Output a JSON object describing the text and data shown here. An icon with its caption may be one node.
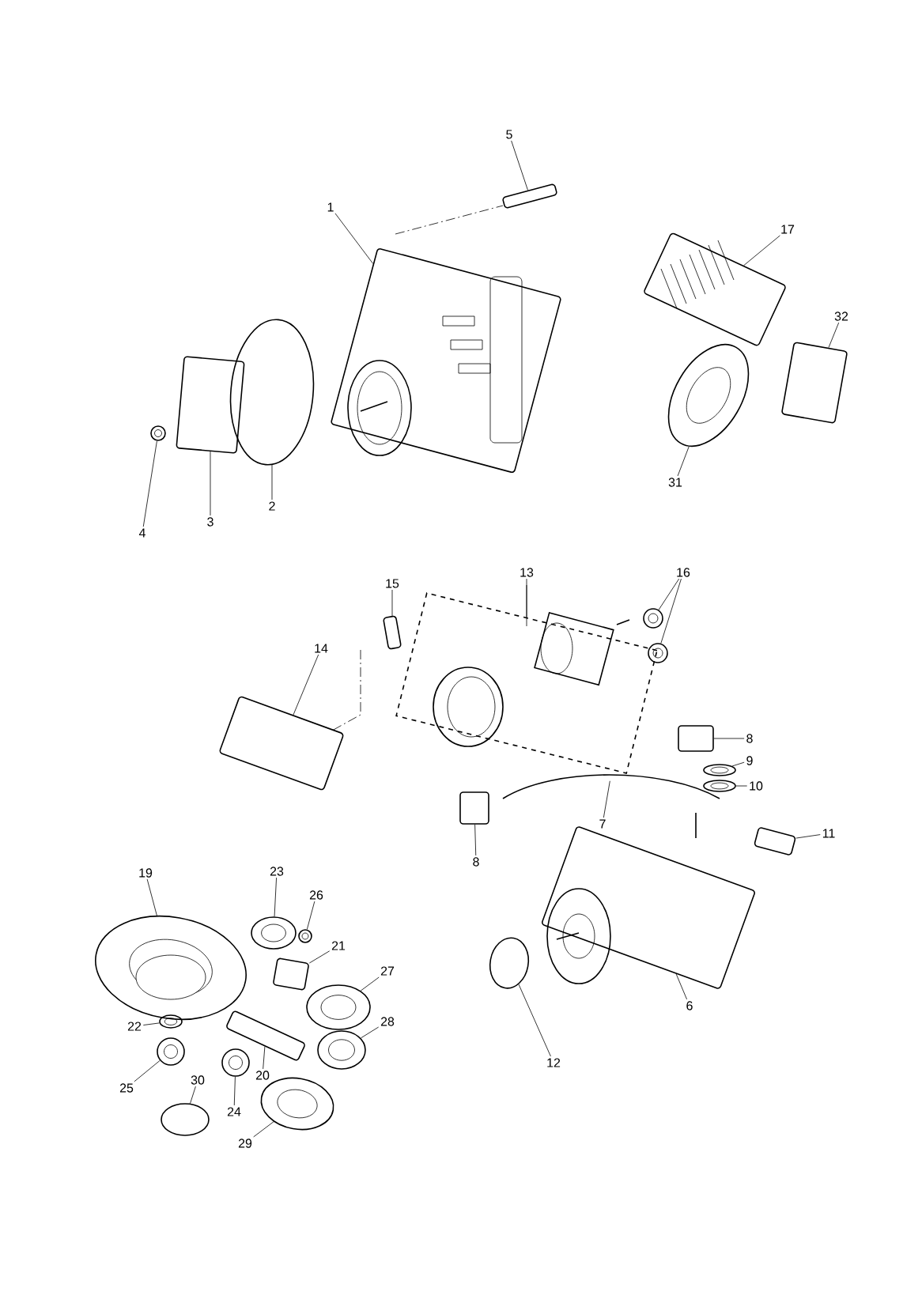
{
  "diagram": {
    "nodes": [
      {
        "text": [
          "5"
        ]
      },
      {
        "text": [
          "1"
        ]
      },
      {
        "text": [
          "17"
        ]
      },
      {
        "text": [
          "32"
        ]
      },
      {
        "text": [
          "31"
        ]
      },
      {
        "text": [
          "2"
        ]
      },
      {
        "text": [
          "3"
        ]
      },
      {
        "text": [
          "4"
        ]
      },
      {
        "text": [
          "13"
        ]
      },
      {
        "text": [
          "16"
        ]
      },
      {
        "text": [
          "15"
        ]
      },
      {
        "text": [
          "14"
        ]
      },
      {
        "text": [
          "8"
        ]
      },
      {
        "text": [
          "9"
        ]
      },
      {
        "text": [
          "10"
        ]
      },
      {
        "text": [
          "7"
        ]
      },
      {
        "text": [
          "11"
        ]
      },
      {
        "text": [
          "8"
        ]
      },
      {
        "text": [
          "19"
        ]
      },
      {
        "text": [
          "23"
        ]
      },
      {
        "text": [
          "26"
        ]
      },
      {
        "text": [
          "21"
        ]
      },
      {
        "text": [
          "27"
        ]
      },
      {
        "text": [
          "6"
        ]
      },
      {
        "text": [
          "22"
        ]
      },
      {
        "text": [
          "28"
        ]
      },
      {
        "text": [
          "12"
        ]
      },
      {
        "text": [
          "20"
        ]
      },
      {
        "text": [
          "25"
        ]
      },
      {
        "text": [
          "30"
        ]
      },
      {
        "text": [
          "24"
        ]
      },
      {
        "text": [
          "29"
        ]
      },
      {
        "text": [],
        "shape": "box"
      },
      {
        "text": [],
        "shape": "picture"
      },
      {
        "text": [],
        "shape": "picture"
      },
      {
        "text": [],
        "shape": "box"
      },
      {
        "text": [],
        "shape": "circle"
      },
      {
        "text": [],
        "shape": "circle"
      },
      {
        "text": [],
        "shape": "box"
      },
      {
        "text": [],
        "shape": "circle"
      },
      {
        "text": [],
        "shape": "box"
      },
      {
        "text": [],
        "shape": "circle"
      },
      {
        "text": [],
        "shape": "circle"
      },
      {
        "text": [],
        "shape": "box"
      },
      {
        "text": [],
        "shape": "box"
      },
      {
        "text": [],
        "shape": "box"
      },
      {
        "text": [],
        "shape": "circle"
      },
      {
        "text": [],
        "shape": "circle"
      },
      {
        "text": [],
        "shape": "picture"
      },
      {
        "text": [],
        "shape": "box"
      },
      {
        "text": [],
        "shape": "box"
      },
      {
        "text": [],
        "shape": "picture"
      },
      {
        "text": [],
        "shape": "circle"
      },
      {
        "text": [],
        "shape": "picture"
      },
      {
        "text": [],
        "shape": "circle"
      },
      {
        "text": [],
        "shape": "circle"
      },
      {
        "text": [],
        "shape": "box"
      },
      {
        "text": [],
        "shape": "circle"
      },
      {
        "text": [],
        "shape": "circle"
      },
      {
        "text": [],
        "shape": "circle"
      },
      {
        "text": [],
        "shape": "box"
      },
      {
        "text": [],
        "shape": "circle"
      },
      {
        "text": [],
        "shape": "circle"
      },
      {
        "text": [],
        "shape": "circle"
      },
      {
        "text": [],
        "shape": "circle"
      }
    ],
    "edges": [
      {
        "from": 0,
        "to": 32,
        "arrow": "none"
      },
      {
        "from": 1,
        "to": 33,
        "arrow": "none"
      },
      {
        "from": 2,
        "to": 34,
        "arrow": "none"
      },
      {
        "from": 3,
        "to": 35,
        "arrow": "none"
      },
      {
        "from": 4,
        "to": 36,
        "arrow": "none"
      },
      {
        "from": 5,
        "to": 37,
        "arrow": "none"
      },
      {
        "from": 6,
        "to": 38,
        "arrow": "none"
      },
      {
        "from": 7,
        "to": 39,
        "arrow": "none"
      },
      {
        "from": 8,
        "to": 40,
        "arrow": "none"
      },
      {
        "from": 9,
        "to": 41,
        "arrow": "none"
      },
      {
        "from": 9,
        "to": 42,
        "arrow": "none"
      },
      {
        "from": 10,
        "to": 43,
        "arrow": "none"
      },
      {
        "from": 11,
        "to": 44,
        "arrow": "none"
      },
      {
        "from": 12,
        "to": 45,
        "arrow": "none"
      },
      {
        "from": 13,
        "to": 46,
        "arrow": "none"
      },
      {
        "from": 14,
        "to": 47,
        "arrow": "none"
      },
      {
        "from": 15,
        "to": 48,
        "arrow": "none"
      },
      {
        "from": 16,
        "to": 50,
        "arrow": "none"
      },
      {
        "from": 17,
        "to": 49,
        "arrow": "none"
      },
      {
        "from": 18,
        "to": 53,
        "arrow": "none"
      },
      {
        "from": 19,
        "to": 54,
        "arrow": "none"
      },
      {
        "from": 20,
        "to": 55,
        "arrow": "none"
      },
      {
        "from": 21,
        "to": 56,
        "arrow": "none"
      },
      {
        "from": 22,
        "to": 57,
        "arrow": "none"
      },
      {
        "from": 23,
        "to": 51,
        "arrow": "none"
      },
      {
        "from": 24,
        "to": 58,
        "arrow": "none"
      },
      {
        "from": 25,
        "to": 59,
        "arrow": "none"
      },
      {
        "from": 26,
        "to": 52,
        "arrow": "none"
      },
      {
        "from": 27,
        "to": 60,
        "arrow": "none"
      },
      {
        "from": 28,
        "to": 61,
        "arrow": "none"
      },
      {
        "from": 29,
        "to": 62,
        "arrow": "none"
      },
      {
        "from": 30,
        "to": 63,
        "arrow": "none"
      },
      {
        "from": 31,
        "to": 64,
        "arrow": "none"
      }
    ]
  }
}
